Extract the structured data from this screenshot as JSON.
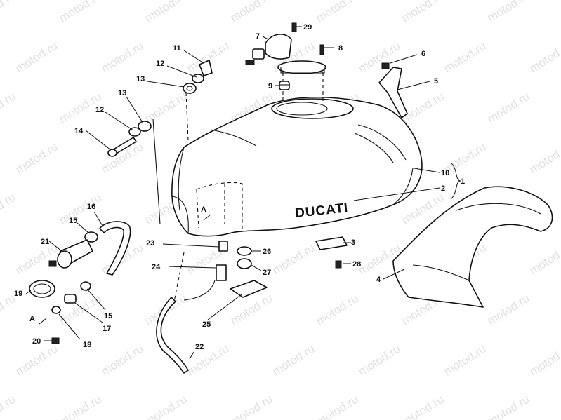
{
  "watermark": "motod.ru",
  "brand_label": "DUCATI",
  "view_marker": "A",
  "callouts": [
    "1",
    "2",
    "3",
    "4",
    "5",
    "6",
    "7",
    "8",
    "9",
    "10",
    "11",
    "12",
    "13",
    "14",
    "15",
    "16",
    "17",
    "18",
    "19",
    "20",
    "21",
    "22",
    "23",
    "24",
    "25",
    "26",
    "27",
    "28",
    "29"
  ],
  "colors": {
    "line": "#111111",
    "background": "#ffffff",
    "watermark": "#c8c8c8"
  }
}
